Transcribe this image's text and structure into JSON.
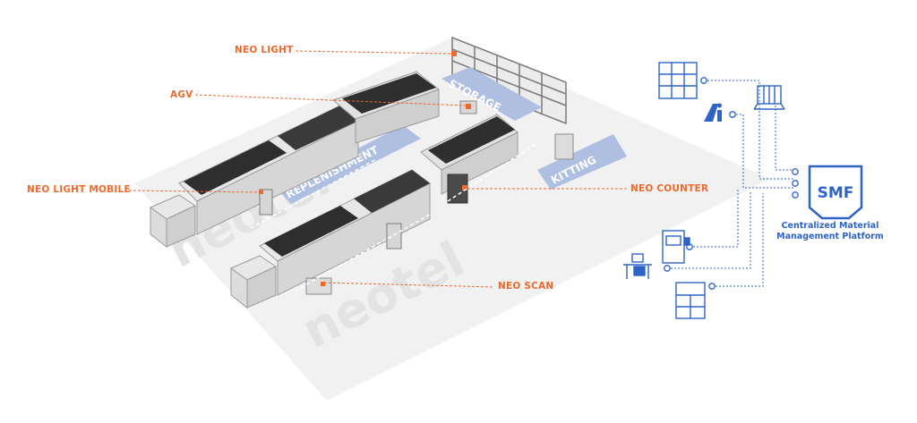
{
  "callouts": {
    "neo_light": "NEO LIGHT",
    "agv": "AGV",
    "neo_light_mobile": "NEO LIGHT MOBILE",
    "neo_counter": "NEO COUNTER",
    "neo_scan": "NEO SCAN"
  },
  "zones": {
    "storage": "STORAGE",
    "replenishment": "REPLENISHMENT",
    "kitting": "KITTING"
  },
  "watermark": "neotel",
  "smf": {
    "badge": "SMF",
    "caption_line1": "Centralized Material",
    "caption_line2": "Management Platform"
  },
  "colors": {
    "callout": "#ee6a2c",
    "network": "#2e64c8",
    "zone_label_bg": "#aebfe2",
    "floor": "#f1f1f1"
  },
  "icons": [
    "storage-rack-icon",
    "ai-logo-icon",
    "tower-storage-icon",
    "counter-machine-icon",
    "workstation-icon",
    "cabinet-icon"
  ]
}
